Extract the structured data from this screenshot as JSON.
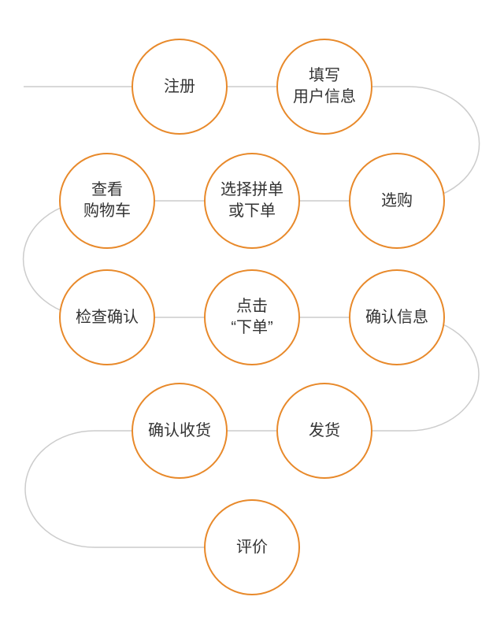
{
  "colors": {
    "node_border": "#E8892A",
    "connector": "#CCCCCC",
    "text": "#333333"
  },
  "steps": [
    {
      "id": "register",
      "lines": [
        "注册"
      ]
    },
    {
      "id": "fill-user-info",
      "lines": [
        "填写",
        "用户信息"
      ]
    },
    {
      "id": "browse-buy",
      "lines": [
        "选购"
      ]
    },
    {
      "id": "choose-group-or-order",
      "lines": [
        "选择拼单",
        "或下单"
      ]
    },
    {
      "id": "view-cart",
      "lines": [
        "查看",
        "购物车"
      ]
    },
    {
      "id": "check-confirm",
      "lines": [
        "检查确认"
      ]
    },
    {
      "id": "click-order",
      "lines": [
        "点击",
        "“下单”"
      ]
    },
    {
      "id": "confirm-info",
      "lines": [
        "确认信息"
      ]
    },
    {
      "id": "ship",
      "lines": [
        "发货"
      ]
    },
    {
      "id": "confirm-receipt",
      "lines": [
        "确认收货"
      ]
    },
    {
      "id": "review",
      "lines": [
        "评价"
      ]
    }
  ]
}
